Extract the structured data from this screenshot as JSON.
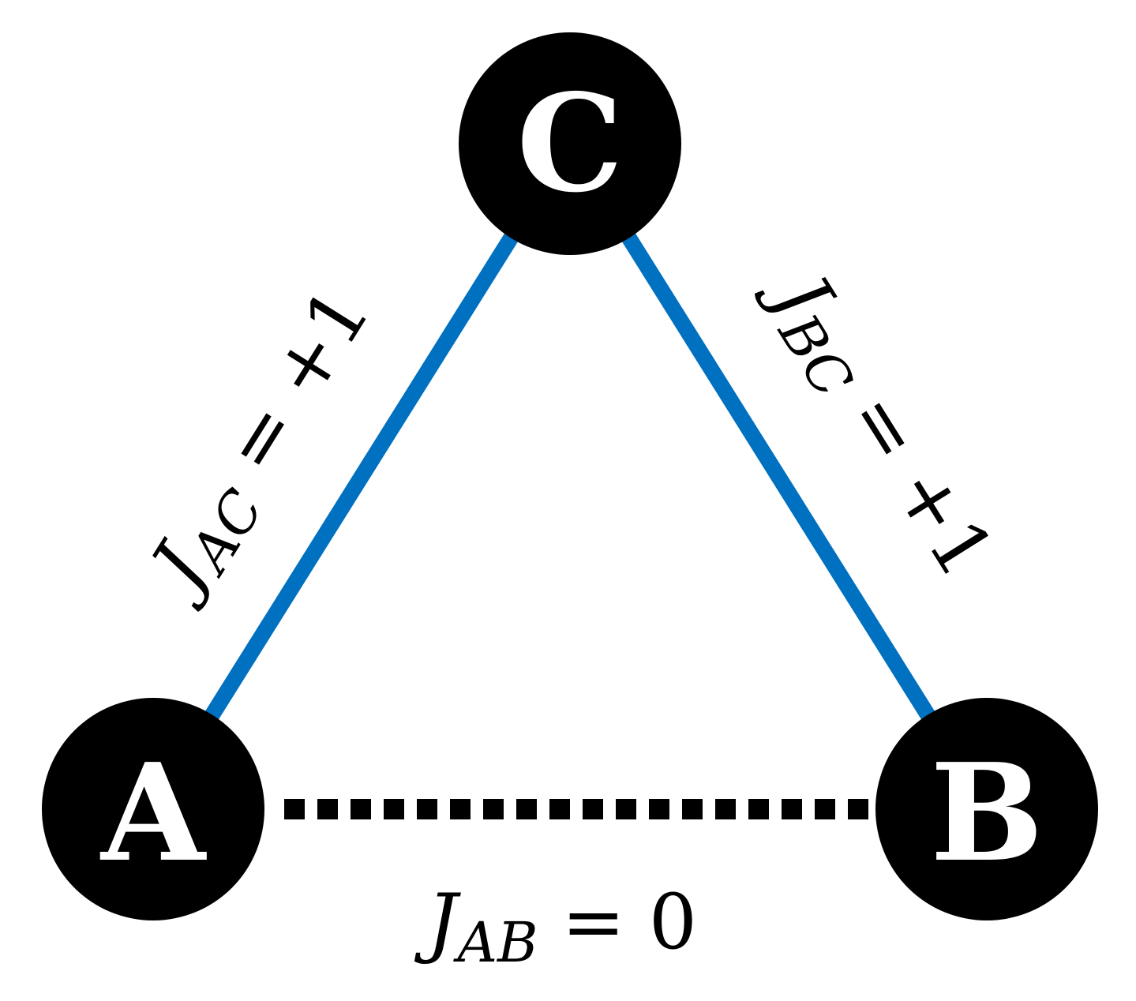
{
  "nodes": {
    "a": {
      "label": "A"
    },
    "b": {
      "label": "B"
    },
    "c": {
      "label": "C"
    }
  },
  "edges": {
    "ac": {
      "symbol": "J",
      "subscript": "AC",
      "relation": "=",
      "value": "+1",
      "style": "solid"
    },
    "bc": {
      "symbol": "J",
      "subscript": "BC",
      "relation": "=",
      "value": "+1",
      "style": "solid"
    },
    "ab": {
      "symbol": "J",
      "subscript": "AB",
      "relation": "=",
      "value": "0",
      "style": "dotted"
    }
  },
  "colors": {
    "node_fill": "#000000",
    "node_text": "#ffffff",
    "solid_edge": "#0070C0",
    "dotted_edge": "#000000",
    "label_text": "#000000"
  }
}
